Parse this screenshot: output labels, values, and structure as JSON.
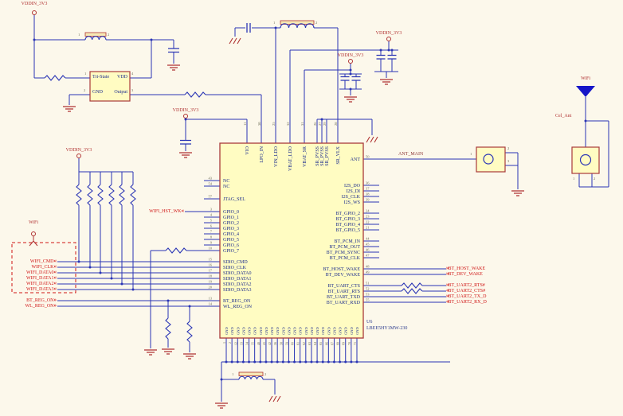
{
  "colors": {
    "background": "#fcf8eb",
    "wire": "#2a35b5",
    "symbol_red": "#b03333",
    "label_red": "#d01616",
    "chip_fill": "#fffcc2",
    "chip_border": "#a93a3a",
    "pin_text": "#1d2d8e",
    "antenna_blue": "#1616c8"
  },
  "net": {
    "vddin": "VDDIN_3V3",
    "ant_main": "ANT_MAIN",
    "cel_ant": "Cel_Ant",
    "wifi": "WiFi"
  },
  "num": {
    "n1": "1",
    "n2": "2",
    "n3": "3",
    "n4": "4"
  },
  "tristate": {
    "title": "Tri-State",
    "vdd": "VDD",
    "gnd": "GND",
    "output": "Output"
  },
  "chip": {
    "designator": "U6",
    "part": "LBEE5HY1MW-230",
    "left_pins": [
      {
        "num": "43",
        "name": "NC"
      },
      {
        "num": "54",
        "name": "NC"
      },
      {
        "num": "57",
        "name": "JTAG_SEL"
      },
      {
        "num": "3",
        "name": "GPIO_0"
      },
      {
        "num": "4",
        "name": "GPIO_1"
      },
      {
        "num": "5",
        "name": "GPIO_2"
      },
      {
        "num": "6",
        "name": "GPIO_3"
      },
      {
        "num": "7",
        "name": "GPIO_4"
      },
      {
        "num": "8",
        "name": "GPIO_5"
      },
      {
        "num": "9",
        "name": "GPIO_6"
      },
      {
        "num": "10",
        "name": "GPIO_7"
      },
      {
        "num": "15",
        "name": "SDIO_CMD"
      },
      {
        "num": "16",
        "name": "SDIO_CLK"
      },
      {
        "num": "17",
        "name": "SDIO_DATA0"
      },
      {
        "num": "18",
        "name": "SDIO_DATA1"
      },
      {
        "num": "19",
        "name": "SDIO_DATA2"
      },
      {
        "num": "20",
        "name": "SDIO_DATA3"
      },
      {
        "num": "13",
        "name": "BT_REG_ON"
      },
      {
        "num": "14",
        "name": "WL_REG_ON"
      }
    ],
    "right_pins": [
      {
        "num": "50",
        "name": "ANT"
      },
      {
        "num": "36",
        "name": "I2S_DO"
      },
      {
        "num": "37",
        "name": "I2S_DI"
      },
      {
        "num": "38",
        "name": "I2S_CLK"
      },
      {
        "num": "39",
        "name": "I2S_WS"
      },
      {
        "num": "24",
        "name": "BT_GPIO_2"
      },
      {
        "num": "23",
        "name": "BT_GPIO_3"
      },
      {
        "num": "22",
        "name": "BT_GPIO_4"
      },
      {
        "num": "21",
        "name": "BT_GPIO_5"
      },
      {
        "num": "44",
        "name": "BT_PCM_IN"
      },
      {
        "num": "45",
        "name": "BT_PCM_OUT"
      },
      {
        "num": "46",
        "name": "BT_PCM_SYNC"
      },
      {
        "num": "47",
        "name": "BT_PCM_CLK"
      },
      {
        "num": "48",
        "name": "BT_HOST_WAKE"
      },
      {
        "num": "49",
        "name": "BT_DEV_WAKE"
      },
      {
        "num": "51",
        "name": "BT_UART_CTS"
      },
      {
        "num": "52",
        "name": "BT_UART_RTS"
      },
      {
        "num": "53",
        "name": "BT_UART_TXD"
      },
      {
        "num": "55",
        "name": "BT_UART_RXD"
      }
    ],
    "top_pins": [
      {
        "num": "11",
        "name": "VIO"
      },
      {
        "num": "30",
        "name": "LPO_IN"
      },
      {
        "num": "25",
        "name": "VIN_LDO"
      },
      {
        "num": "32",
        "name": "VBAT_LDO"
      },
      {
        "num": "31",
        "name": "VBAT_SR"
      },
      {
        "num": "26",
        "name": "SR_PVSS"
      },
      {
        "num": "27",
        "name": "SR_PVSS"
      },
      {
        "num": "29",
        "name": "SR_PVSS"
      },
      {
        "num": "28",
        "name": "SR_VLX"
      }
    ],
    "bottom_pins": {
      "name": "GND",
      "nums": [
        "1",
        "2",
        "12",
        "33",
        "34",
        "35",
        "40",
        "41",
        "42",
        "56",
        "58",
        "59",
        "60",
        "61",
        "62",
        "63",
        "64",
        "65",
        "66",
        "67",
        "68",
        "69",
        "70",
        "71"
      ]
    }
  },
  "ports_left": [
    {
      "label": "WIFI_CMD",
      "chev": "«"
    },
    {
      "label": "WIFI_CLK",
      "chev": "«"
    },
    {
      "label": "WIFI_DATA0",
      "chev": "«"
    },
    {
      "label": "WIFI_DATA1",
      "chev": "«"
    },
    {
      "label": "WIFI_DATA2",
      "chev": "«"
    },
    {
      "label": "WIFI_DATA3",
      "chev": "«"
    },
    {
      "label": "BT_REG_ON",
      "chev": "»"
    },
    {
      "label": "WL_REG_ON",
      "chev": "»"
    }
  ],
  "port_wifi_hst": {
    "label": "WIFI_HST_WK",
    "chev": "«"
  },
  "ports_right": [
    {
      "chev": "»",
      "label": "BT_HOST_WAKE"
    },
    {
      "chev": "»",
      "label": "BT_DEV_WAKE"
    },
    {
      "chev": "»",
      "label": "BT_UART2_RTS#"
    },
    {
      "chev": "«",
      "label": "BT_UART2_CTS#"
    },
    {
      "chev": "»",
      "label": "BT_UART2_TX_D"
    },
    {
      "chev": "«",
      "label": "BT_UART2_RX_D"
    }
  ]
}
